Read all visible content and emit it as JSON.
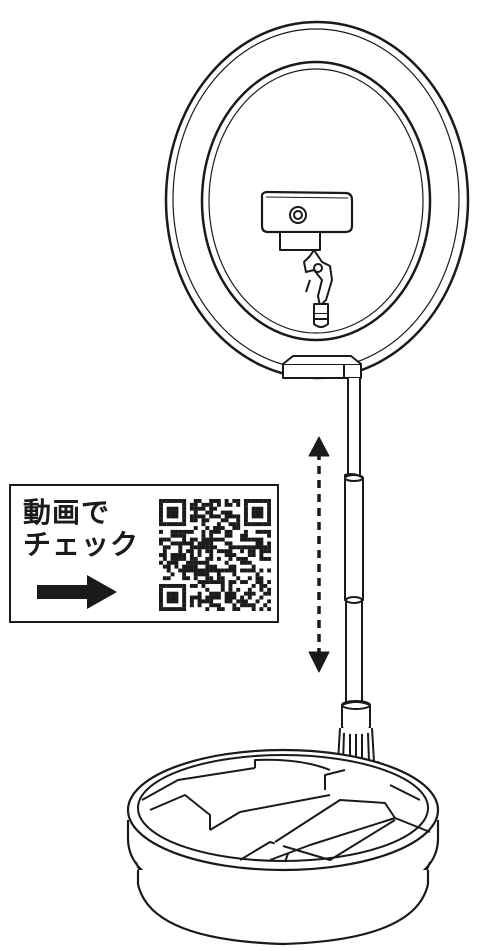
{
  "callout": {
    "line1": "動画で",
    "line2": "チェック"
  },
  "icons": [
    "webcam-icon",
    "ring-light",
    "arrow-right-icon",
    "qr-code",
    "double-arrow-icon"
  ]
}
